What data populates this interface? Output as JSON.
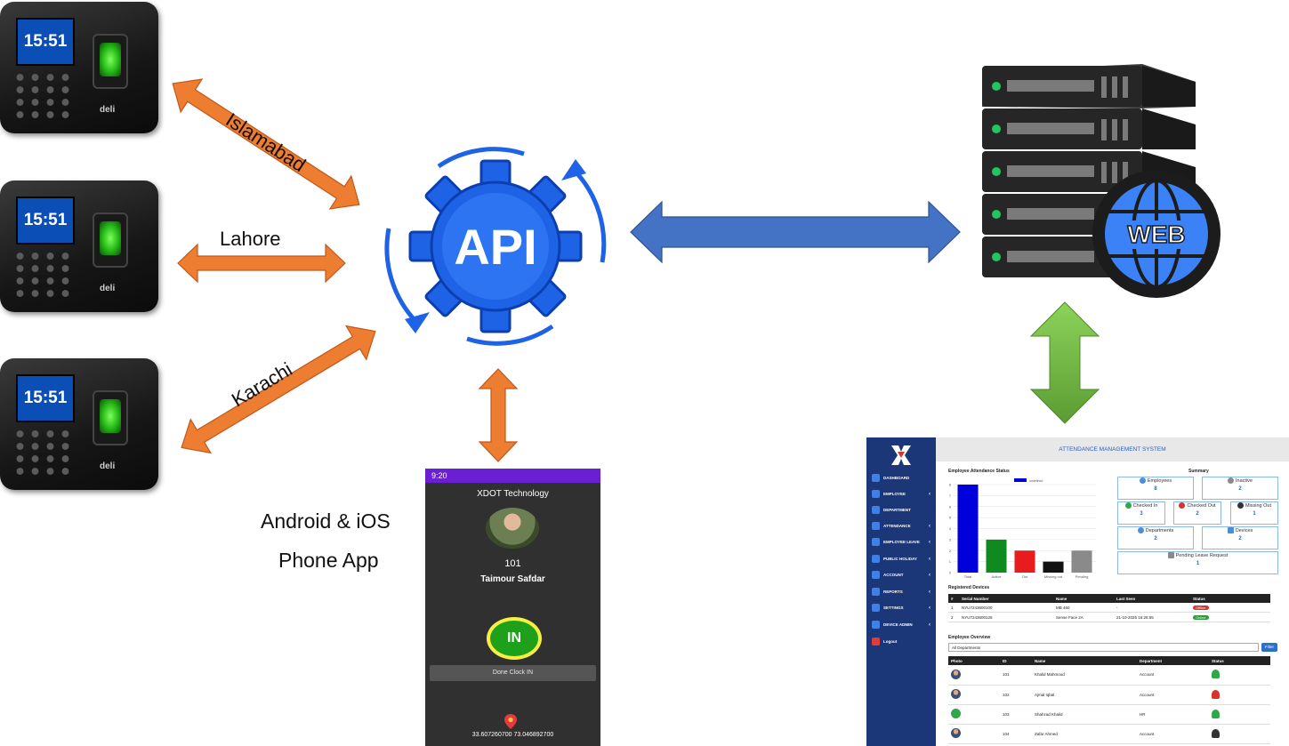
{
  "labels": {
    "islamabad": "Islamabad",
    "lahore": "Lahore",
    "karachi": "Karachi",
    "phone_line1": "Android & iOS",
    "phone_line2": "Phone App",
    "api": "API",
    "web": "WEB"
  },
  "device": {
    "time": "15:51",
    "brand": "deli"
  },
  "phone": {
    "status_time": "9:20",
    "company": "XDOT Technology",
    "employee_id": "101",
    "employee_name": "Taimour Safdar",
    "in_label": "IN",
    "done_label": "Done Clock IN",
    "coordinates": "33.607260700   73.046892700"
  },
  "dashboard": {
    "title": "ATTENDANCE MANAGEMENT SYSTEM",
    "nav": [
      "DASHBOARD",
      "EMPLOYEE",
      "DEPARTMENT",
      "ATTENDANCE",
      "EMPLOYEE LEAVE",
      "PUBLIC HOLIDAY",
      "ACCOUNT",
      "REPORTS",
      "SETTINGS",
      "DEVICE ADMIN",
      "Logout"
    ],
    "chart_title": "Employee Attendance Status",
    "chart_legend": "undefined",
    "summary_title": "Summary",
    "summary": {
      "employees": {
        "label": "Employees",
        "value": "8"
      },
      "inactive": {
        "label": "Inactive",
        "value": "2"
      },
      "checked_in": {
        "label": "Checked In",
        "value": "3"
      },
      "checked_out": {
        "label": "Checked Out",
        "value": "2"
      },
      "missing_out": {
        "label": "Missing Out",
        "value": "1"
      },
      "departments": {
        "label": "Departments",
        "value": "2"
      },
      "devices": {
        "label": "Devices",
        "value": "2"
      },
      "pending_leave": {
        "label": "Pending Leave Request",
        "value": "1"
      }
    },
    "devices_title": "Registered Devices",
    "devices_headers": [
      "#",
      "Serial Number",
      "Name",
      "Last Seen",
      "Status"
    ],
    "devices_rows": [
      {
        "n": "1",
        "serial": "NYU7243600100",
        "name": "MB 460",
        "seen": "-",
        "status": "Offline",
        "color": "#d9342b"
      },
      {
        "n": "2",
        "serial": "NYU7243600126",
        "name": "Sense Face 2A",
        "seen": "21-10-2025 16:26:55",
        "status": "Online",
        "color": "#2a9a3c"
      }
    ],
    "overview_title": "Employee Overview",
    "department_select": "All Departments",
    "filter_label": "Filter",
    "overview_headers": [
      "Photo",
      "ID",
      "Name",
      "Department",
      "Status"
    ],
    "overview_rows": [
      {
        "id": "101",
        "name": "Khalid Mahmood",
        "dept": "Account",
        "status_color": "#2fa84a"
      },
      {
        "id": "102",
        "name": "Ajmal Iqbal",
        "dept": "Account",
        "status_color": "#d9342b"
      },
      {
        "id": "103",
        "name": "Shahzad Khalid",
        "dept": "HR",
        "status_color": "#2fa84a"
      },
      {
        "id": "104",
        "name": "Zafar Ahmed",
        "dept": "Account",
        "status_color": "#333333"
      }
    ]
  },
  "chart_data": {
    "type": "bar",
    "title": "Employee Attendance Status",
    "categories": [
      "Total",
      "Active",
      "Out",
      "Missing out",
      "Pending"
    ],
    "values": [
      8,
      3,
      2,
      1,
      2
    ],
    "colors": [
      "#0000dd",
      "#0f8a1f",
      "#e81c1c",
      "#111111",
      "#8a8a8a"
    ],
    "ylim": [
      0,
      8
    ],
    "yticks": [
      "0",
      "1",
      "2",
      "3",
      "4",
      "5",
      "6",
      "7",
      "8"
    ],
    "legend": "undefined"
  },
  "colors": {
    "orange_arrow": "#ed7d31",
    "blue_arrow": "#4472c4",
    "green_arrow": "#70ad47",
    "api_blue": "#1e63e6",
    "server_dark": "#262626"
  }
}
